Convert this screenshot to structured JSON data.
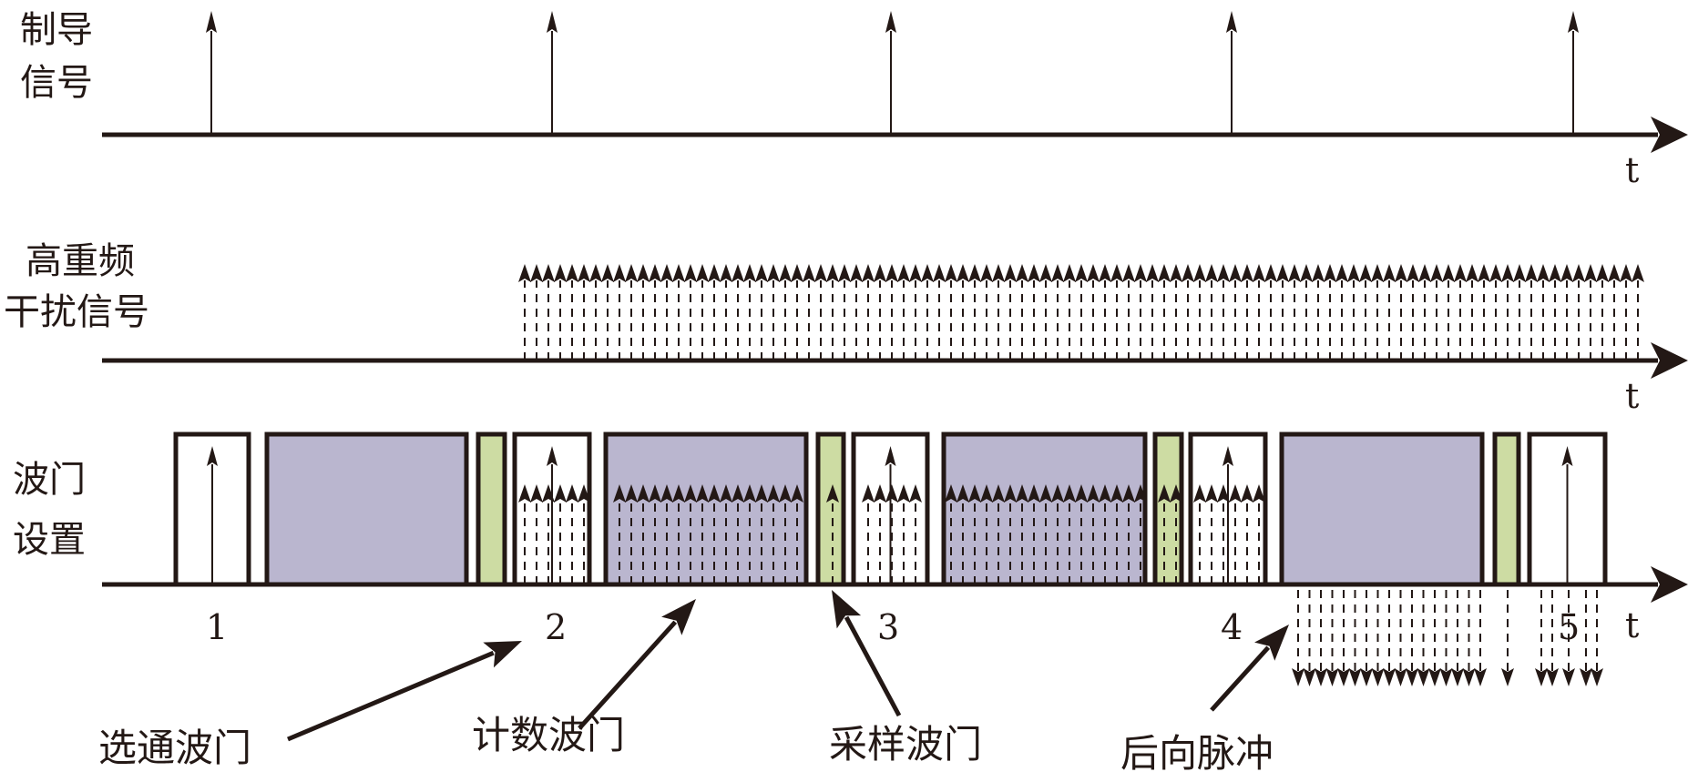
{
  "title": "High-repetition-rate interference vs. range gate timing diagram",
  "colors": {
    "ink": "#231815",
    "count_gate_fill": "#bab6cf",
    "sample_gate_fill": "#cddca3",
    "select_gate_fill": "#ffffff"
  },
  "rows": [
    {
      "id": "guidance",
      "label_lines": [
        "制导",
        "信号"
      ],
      "axis_label": "t"
    },
    {
      "id": "interference",
      "label_lines": [
        "高重频",
        "干扰信号"
      ],
      "axis_label": "t"
    },
    {
      "id": "gates",
      "label_lines": [
        "波门",
        "设置"
      ],
      "axis_label": "t"
    }
  ],
  "guidance_pulses": {
    "count": 5,
    "description": "periodic guidance signal pulses"
  },
  "interference": {
    "description": "high-repetition-rate jamming pulse train",
    "start_period_index": 2,
    "approx_pulse_count": 95
  },
  "cycles": [
    {
      "number": "1",
      "select_gate_has_guidance_pulse": true,
      "jamming_in_select_gate": false
    },
    {
      "number": "2",
      "select_gate_has_guidance_pulse": true,
      "jamming_in_select_gate": true
    },
    {
      "number": "3",
      "select_gate_has_guidance_pulse": true,
      "jamming_in_select_gate": true
    },
    {
      "number": "4",
      "select_gate_has_guidance_pulse": true,
      "jamming_in_select_gate": true
    },
    {
      "number": "5",
      "select_gate_has_guidance_pulse": true,
      "jamming_in_select_gate": false
    }
  ],
  "gate_sequence": [
    "select",
    "count",
    "sample",
    "select",
    "count",
    "sample",
    "select",
    "count",
    "sample",
    "select",
    "count",
    "sample",
    "select"
  ],
  "annotations": [
    {
      "id": "select-gate",
      "text": "选通波门"
    },
    {
      "id": "count-gate",
      "text": "计数波门"
    },
    {
      "id": "sample-gate",
      "text": "采样波门"
    },
    {
      "id": "backward-pulse",
      "text": "后向脉冲"
    }
  ]
}
